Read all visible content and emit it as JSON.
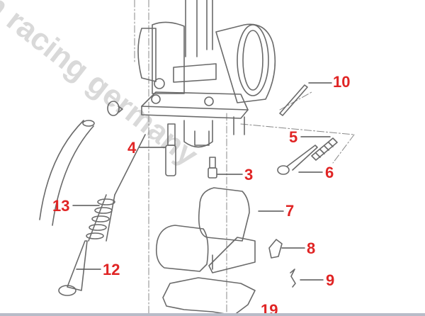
{
  "diagram": {
    "title": "Carburetor exploded parts diagram",
    "watermark": "m racing germany",
    "colors": {
      "callout": "#e02424",
      "line": "#6a6a6a"
    },
    "callouts": [
      {
        "id": "10",
        "label": "10"
      },
      {
        "id": "5",
        "label": "5"
      },
      {
        "id": "6",
        "label": "6"
      },
      {
        "id": "4",
        "label": "4"
      },
      {
        "id": "3",
        "label": "3"
      },
      {
        "id": "13",
        "label": "13"
      },
      {
        "id": "7",
        "label": "7"
      },
      {
        "id": "8",
        "label": "8"
      },
      {
        "id": "12",
        "label": "12"
      },
      {
        "id": "9",
        "label": "9"
      },
      {
        "id": "19",
        "label": "19"
      }
    ]
  }
}
